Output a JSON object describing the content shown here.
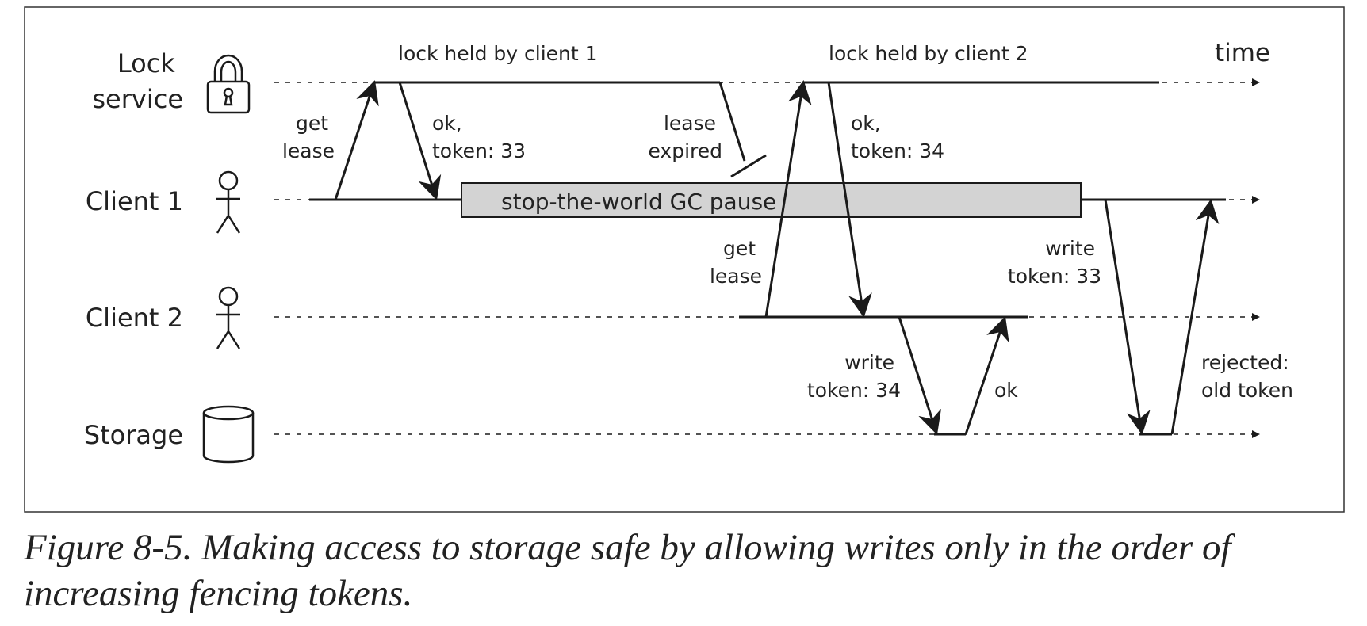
{
  "lanes": {
    "lock_service": [
      "Lock",
      "service"
    ],
    "client1": "Client 1",
    "client2": "Client 2",
    "storage": "Storage"
  },
  "time_label": "time",
  "held_labels": {
    "client1": "lock held by client 1",
    "client2": "lock held by client 2"
  },
  "gc_pause": "stop-the-world GC pause",
  "messages": {
    "c1_get_lease": [
      "get",
      "lease"
    ],
    "c1_ok": [
      "ok,",
      "token: 33"
    ],
    "lease_expired": [
      "lease",
      "expired"
    ],
    "c2_get_lease": [
      "get",
      "lease"
    ],
    "c2_ok": [
      "ok,",
      "token: 34"
    ],
    "c2_write": [
      "write",
      "token: 34"
    ],
    "storage_ok": "ok",
    "c1_write": [
      "write",
      "token: 33"
    ],
    "rejected": [
      "rejected:",
      "old token"
    ]
  },
  "icons": {
    "lock_service": "padlock-icon",
    "client1": "stick-figure-icon",
    "client2": "stick-figure-icon",
    "storage": "database-cylinder-icon"
  },
  "colors": {
    "line": "#1a1a1a",
    "gc_box_fill": "#d3d3d3",
    "frame": "#333333"
  },
  "caption": "Figure 8-5. Making access to storage safe by allowing writes only in the order of increasing fencing tokens."
}
